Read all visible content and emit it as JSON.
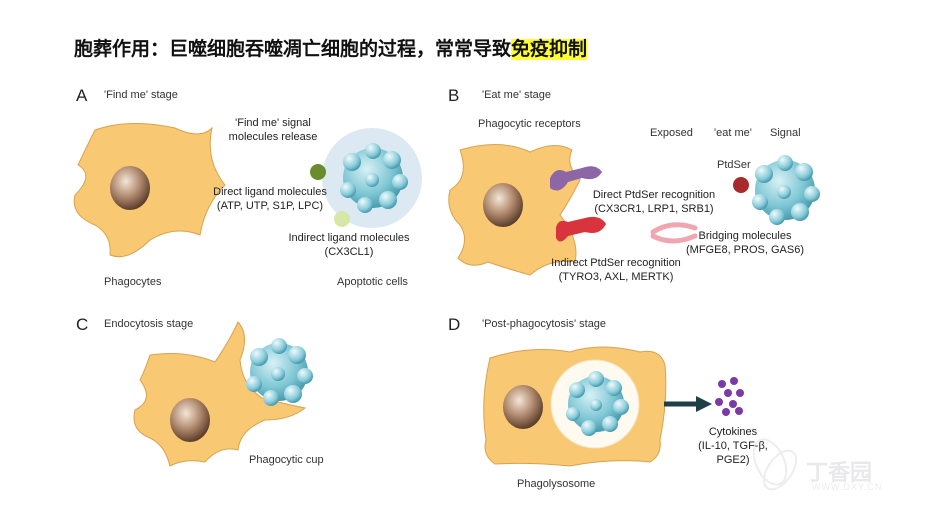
{
  "title": {
    "prefix": "胞葬作用：巨噬细胞吞噬凋亡细胞的过程，常常导致",
    "highlight": "免疫抑制"
  },
  "panels": {
    "A": {
      "letter": "A",
      "stage": "'Find me' stage",
      "signal_release": [
        "'Find me' signal",
        "molecules release"
      ],
      "direct_ligand": [
        "Direct ligand molecules",
        "(ATP, UTP, S1P, LPC)"
      ],
      "indirect_ligand": [
        "Indirect ligand molecules",
        "(CX3CL1)"
      ],
      "phagocytes": "Phagocytes",
      "apoptotic": "Apoptotic cells"
    },
    "B": {
      "letter": "B",
      "stage": "'Eat me' stage",
      "receptors": "Phagocytic receptors",
      "exposed": "Exposed",
      "eat_me": "'eat me'",
      "signal": "Signal",
      "ptdser": "PtdSer",
      "direct": [
        "Direct PtdSer recognition",
        "(CX3CR1, LRP1, SRB1)"
      ],
      "bridging": [
        "Bridging molecules",
        "(MFGE8, PROS, GAS6)"
      ],
      "indirect": [
        "Indirect PtdSer recognition",
        "(TYRO3, AXL, MERTK)"
      ]
    },
    "C": {
      "letter": "C",
      "stage": "Endocytosis  stage",
      "cup": "Phagocytic cup"
    },
    "D": {
      "letter": "D",
      "stage": "'Post-phagocytosis' stage",
      "cytokines": [
        "Cytokines",
        "(IL-10, TGF-β,",
        "PGE2)"
      ],
      "phagolysosome": "Phagolysosome"
    }
  },
  "watermark": {
    "text": "丁香园",
    "url": "WWW.DXY.CN"
  },
  "colors": {
    "cell": "#f9c872",
    "cell_stroke": "#d9a24e",
    "apoptotic": "#7ec6d4",
    "halo": "#dce9f2",
    "highlight": "#ffff33"
  }
}
